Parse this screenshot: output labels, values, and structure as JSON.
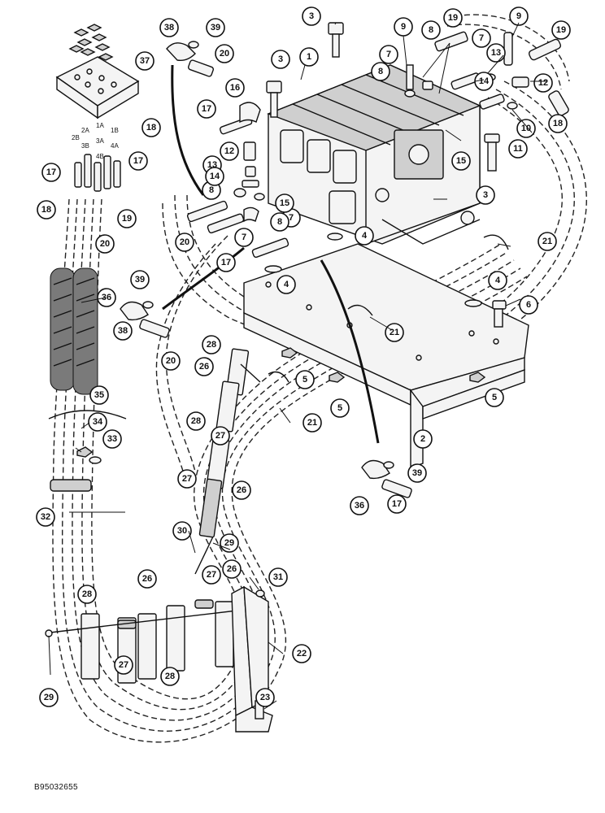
{
  "figure_id": "B95032655",
  "port_labels": [
    "2A",
    "3B",
    "1A",
    "3A",
    "4B",
    "1B",
    "2B",
    "4A"
  ],
  "callouts": [
    {
      "label": "1"
    },
    {
      "label": "2"
    },
    {
      "label": "3"
    },
    {
      "label": "3"
    },
    {
      "label": "3"
    },
    {
      "label": "4"
    },
    {
      "label": "4"
    },
    {
      "label": "4"
    },
    {
      "label": "5"
    },
    {
      "label": "5"
    },
    {
      "label": "5"
    },
    {
      "label": "6"
    },
    {
      "label": "7"
    },
    {
      "label": "7"
    },
    {
      "label": "7"
    },
    {
      "label": "7"
    },
    {
      "label": "8"
    },
    {
      "label": "8"
    },
    {
      "label": "8"
    },
    {
      "label": "8"
    },
    {
      "label": "9"
    },
    {
      "label": "9"
    },
    {
      "label": "10"
    },
    {
      "label": "11"
    },
    {
      "label": "12"
    },
    {
      "label": "12"
    },
    {
      "label": "13"
    },
    {
      "label": "13"
    },
    {
      "label": "14"
    },
    {
      "label": "14"
    },
    {
      "label": "15"
    },
    {
      "label": "15"
    },
    {
      "label": "16"
    },
    {
      "label": "17"
    },
    {
      "label": "17"
    },
    {
      "label": "17"
    },
    {
      "label": "17"
    },
    {
      "label": "17"
    },
    {
      "label": "18"
    },
    {
      "label": "18"
    },
    {
      "label": "18"
    },
    {
      "label": "19"
    },
    {
      "label": "19"
    },
    {
      "label": "19"
    },
    {
      "label": "20"
    },
    {
      "label": "20"
    },
    {
      "label": "20"
    },
    {
      "label": "20"
    },
    {
      "label": "21"
    },
    {
      "label": "21"
    },
    {
      "label": "21"
    },
    {
      "label": "22"
    },
    {
      "label": "23"
    },
    {
      "label": "26"
    },
    {
      "label": "26"
    },
    {
      "label": "26"
    },
    {
      "label": "26"
    },
    {
      "label": "27"
    },
    {
      "label": "27"
    },
    {
      "label": "27"
    },
    {
      "label": "27"
    },
    {
      "label": "28"
    },
    {
      "label": "28"
    },
    {
      "label": "28"
    },
    {
      "label": "28"
    },
    {
      "label": "29"
    },
    {
      "label": "29"
    },
    {
      "label": "30"
    },
    {
      "label": "31"
    },
    {
      "label": "32"
    },
    {
      "label": "33"
    },
    {
      "label": "34"
    },
    {
      "label": "35"
    },
    {
      "label": "36"
    },
    {
      "label": "36"
    },
    {
      "label": "37"
    },
    {
      "label": "38"
    },
    {
      "label": "38"
    },
    {
      "label": "39"
    },
    {
      "label": "39"
    },
    {
      "label": "39"
    }
  ]
}
